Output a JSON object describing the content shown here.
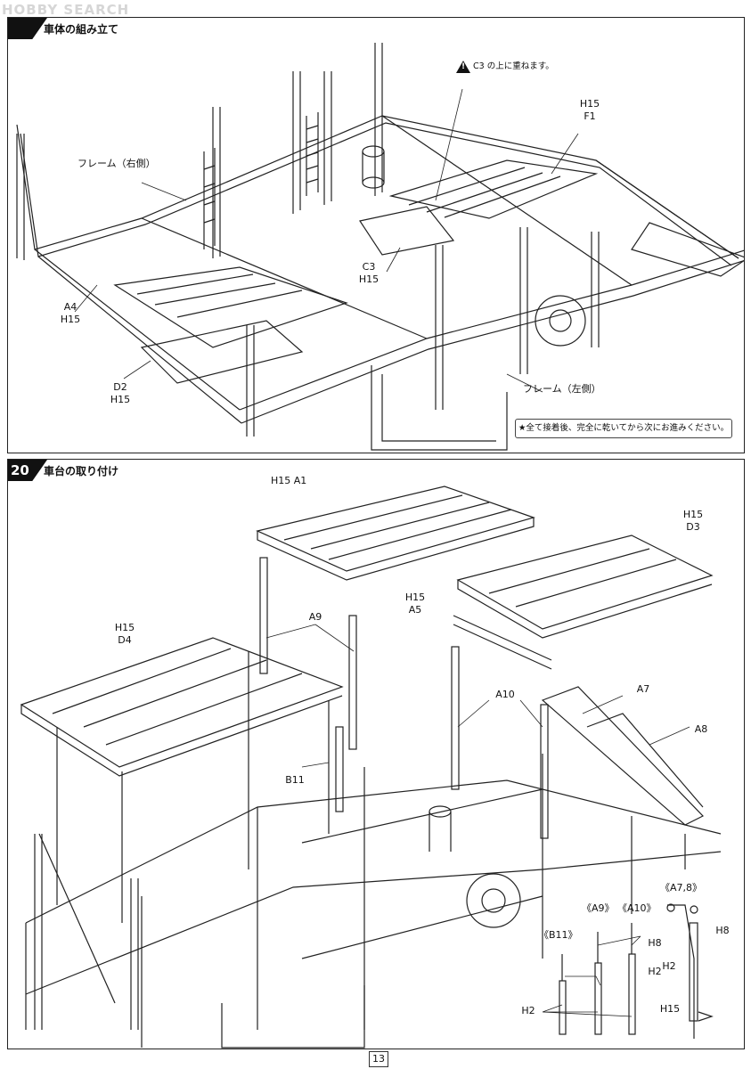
{
  "watermark": "HOBBY SEARCH",
  "step19": {
    "title": "車体の組み立て",
    "caution": "C3 の上に重ねます。",
    "labels": {
      "frame_right": "フレーム（右側）",
      "frame_left": "フレーム（左側）",
      "a4_part": "A4",
      "a4_glue": "H15",
      "d2_part": "D2",
      "d2_glue": "H15",
      "c3_part": "C3",
      "c3_glue": "H15",
      "f1_glue": "H15",
      "f1_part": "F1"
    },
    "note": "★全て接着後、完全に乾いてから次にお進みください。"
  },
  "step20": {
    "number": "20",
    "title": "車台の取り付け",
    "labels": {
      "a1": "H15 A1",
      "d3_glue": "H15",
      "d3_part": "D3",
      "a5_glue": "H15",
      "a5_part": "A5",
      "d4_glue": "H15",
      "d4_part": "D4",
      "a9": "A9",
      "a10": "A10",
      "a7": "A7",
      "a8": "A8",
      "b11": "B11"
    },
    "detail": {
      "b11_title": "《B11》",
      "a9_title": "《A9》",
      "a10_title": "《A10》",
      "a78_title": "《A7,8》",
      "h8_cyl": "H8",
      "h2_cyl": "H2",
      "h2_rod": "H2",
      "h8_arm": "H8",
      "h2_arm": "H2",
      "h15_arm": "H15"
    }
  },
  "page_number": "13"
}
